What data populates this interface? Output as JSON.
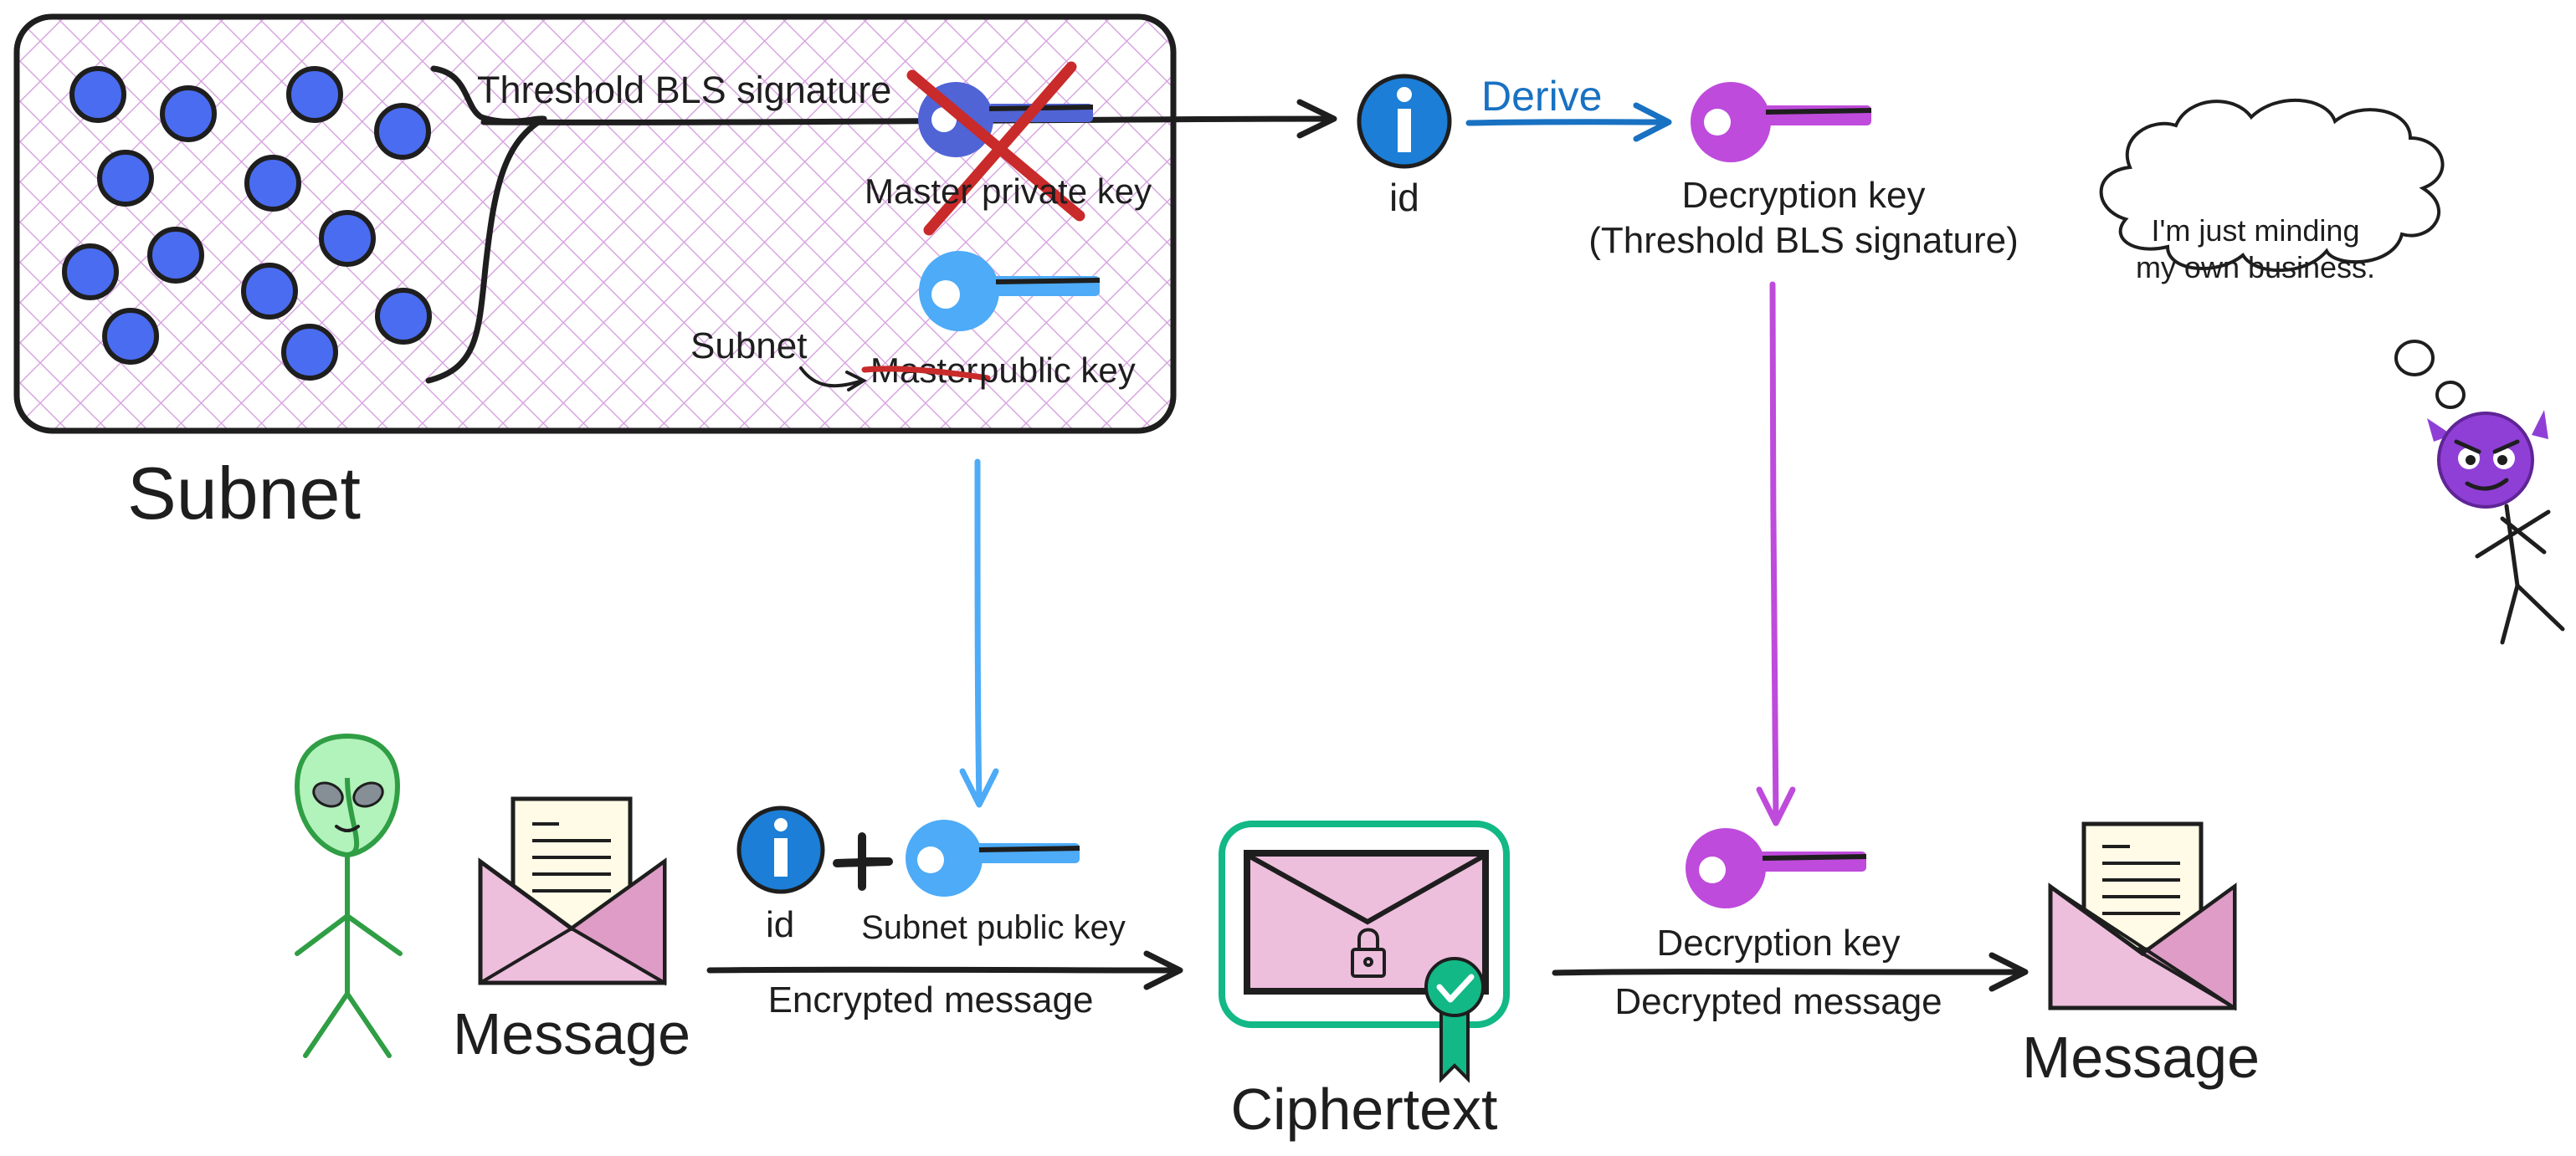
{
  "subnet_box": {
    "title": "Subnet",
    "threshold_label": "Threshold BLS signature",
    "master_private_key_label": "Master private key",
    "subnet_annotation": "Subnet",
    "master_word_struck": "Master",
    "public_key_suffix": "public key"
  },
  "derive": {
    "id_label": "id",
    "derive_label": "Derive",
    "decryption_key_label": "Decryption key",
    "decryption_key_sublabel": "(Threshold BLS signature)"
  },
  "observer": {
    "thought": [
      "I'm just minding",
      "my own business."
    ]
  },
  "flow": {
    "sender_message_label": "Message",
    "id_label": "id",
    "subnet_public_key_label": "Subnet public key",
    "encrypted_message_label": "Encrypted message",
    "ciphertext_label": "Ciphertext",
    "decryption_key_label": "Decryption key",
    "decrypted_message_label": "Decrypted message",
    "receiver_message_label": "Message"
  },
  "colors": {
    "node_blue": "#4a6cf0",
    "key_blue": "#4dabf7",
    "key_violet": "#be4bdb",
    "info_blue": "#1c7ed6",
    "derive_blue": "#1971c2",
    "strike_red": "#c92a2a",
    "alien_green": "#2f9e44",
    "alien_skin": "#b2f2bb",
    "cipher_teal": "#12b886",
    "envelope_pink": "#eebedd",
    "hatch_pink": "#d9a6e2",
    "devil_purple": "#8f3fd6"
  },
  "icons": [
    "node-dot",
    "key-icon",
    "info-icon",
    "envelope-icon",
    "lock-icon",
    "badge-check-icon",
    "alien-icon",
    "devil-icon",
    "thought-cloud"
  ]
}
